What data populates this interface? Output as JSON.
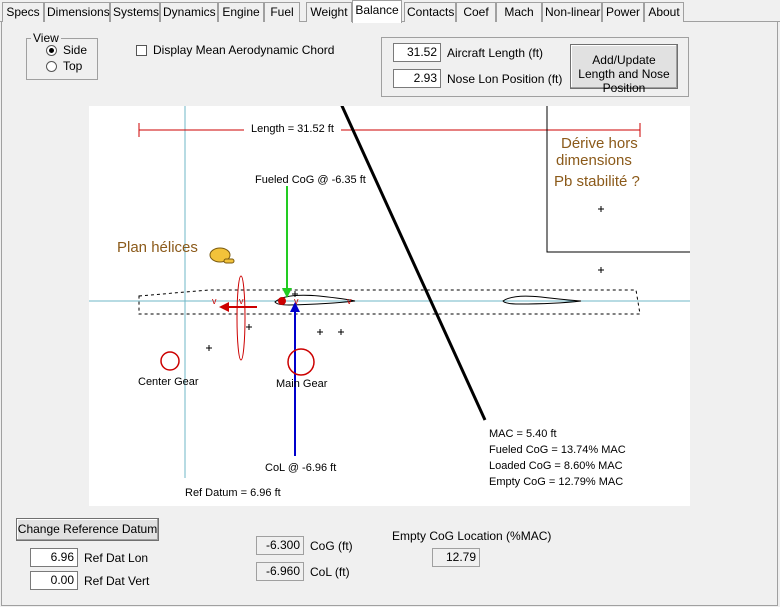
{
  "tabs": [
    "Specs",
    "Dimensions",
    "Systems",
    "Dynamics",
    "Engine",
    "Fuel",
    "Weight",
    "Balance",
    "Contacts",
    "Coef",
    "Mach",
    "Non-linear",
    "Power",
    "About"
  ],
  "active_tab": "Balance",
  "view": {
    "legend": "View",
    "side": "Side",
    "top": "Top",
    "selected": "Side"
  },
  "mac_checkbox": {
    "label": "Display Mean Aerodynamic Chord",
    "checked": false
  },
  "aircraft": {
    "length_value": "31.52",
    "length_label": "Aircraft Length (ft)",
    "nose_value": "2.93",
    "nose_label": "Nose Lon Position (ft)",
    "update_button": "Add/Update Length and Nose Position"
  },
  "drawing": {
    "length_text": "Length = 31.52 ft",
    "fueled_cog": "Fueled CoG @ -6.35 ft",
    "col_text": "CoL @ -6.96 ft",
    "ref_datum_text": "Ref Datum = 6.96 ft",
    "center_gear": "Center Gear",
    "main_gear": "Main Gear",
    "annotation_plan": "Plan hélices",
    "annotation_derive_1": "Dérive hors",
    "annotation_derive_2": "dimensions",
    "annotation_derive_3": "Pb stabilité ?",
    "mac": "MAC = 5.40 ft",
    "fueled_mac": "Fueled CoG = 13.74% MAC",
    "loaded_mac": "Loaded CoG = 8.60% MAC",
    "empty_mac": "Empty CoG = 12.79% MAC",
    "colors": {
      "length_line": "#cc0000",
      "fueled_arrow": "#22cc22",
      "col_arrow": "#0000cc",
      "annotation": "#8b5a1a",
      "axis": "#6fb7c7"
    }
  },
  "bottom": {
    "change_button": "Change Reference Datum",
    "ref_lon_value": "6.96",
    "ref_lon_label": "Ref Dat Lon",
    "ref_vert_value": "0.00",
    "ref_vert_label": "Ref Dat Vert",
    "cog_value": "-6.300",
    "cog_label": "CoG (ft)",
    "col_value": "-6.960",
    "col_label": "CoL (ft)",
    "empty_cog_label": "Empty CoG Location (%MAC)",
    "empty_cog_value": "12.79"
  }
}
